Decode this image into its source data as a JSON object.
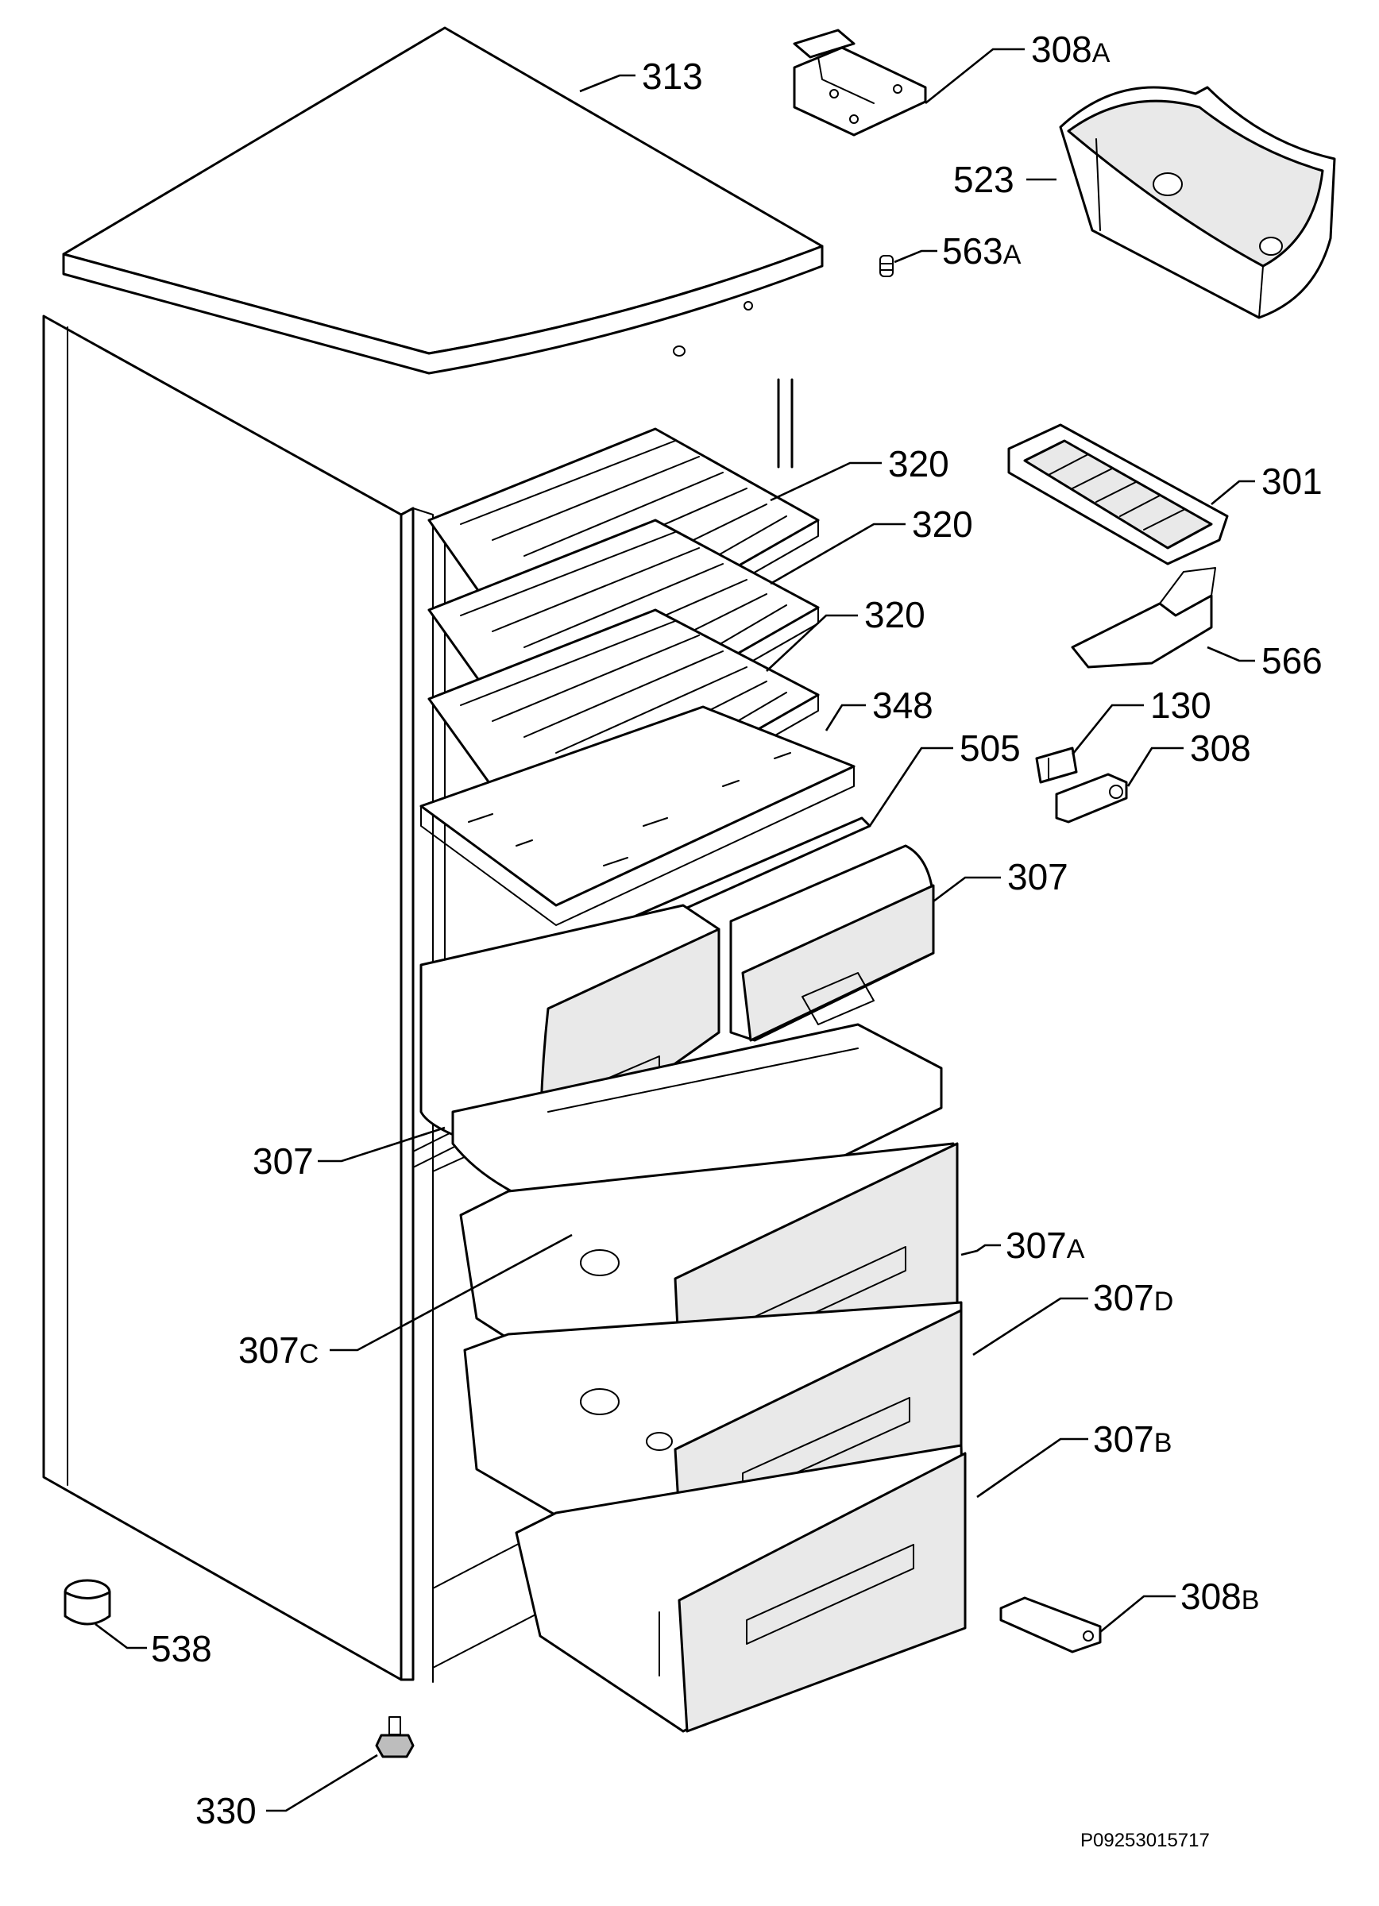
{
  "diagram": {
    "drawing_code": "P09253015717",
    "labels": [
      {
        "id": "313",
        "num": "313",
        "suffix": ""
      },
      {
        "id": "308A",
        "num": "308",
        "suffix": "A"
      },
      {
        "id": "523",
        "num": "523",
        "suffix": ""
      },
      {
        "id": "563A",
        "num": "563",
        "suffix": "A"
      },
      {
        "id": "320a",
        "num": "320",
        "suffix": ""
      },
      {
        "id": "320b",
        "num": "320",
        "suffix": ""
      },
      {
        "id": "320c",
        "num": "320",
        "suffix": ""
      },
      {
        "id": "301",
        "num": "301",
        "suffix": ""
      },
      {
        "id": "566",
        "num": "566",
        "suffix": ""
      },
      {
        "id": "348",
        "num": "348",
        "suffix": ""
      },
      {
        "id": "130",
        "num": "130",
        "suffix": ""
      },
      {
        "id": "505",
        "num": "505",
        "suffix": ""
      },
      {
        "id": "308",
        "num": "308",
        "suffix": ""
      },
      {
        "id": "307r",
        "num": "307",
        "suffix": ""
      },
      {
        "id": "307l",
        "num": "307",
        "suffix": ""
      },
      {
        "id": "307A",
        "num": "307",
        "suffix": "A"
      },
      {
        "id": "307D",
        "num": "307",
        "suffix": "D"
      },
      {
        "id": "307C",
        "num": "307",
        "suffix": "C"
      },
      {
        "id": "307B",
        "num": "307",
        "suffix": "B"
      },
      {
        "id": "308B",
        "num": "308",
        "suffix": "B"
      },
      {
        "id": "538",
        "num": "538",
        "suffix": ""
      },
      {
        "id": "330",
        "num": "330",
        "suffix": ""
      }
    ]
  }
}
